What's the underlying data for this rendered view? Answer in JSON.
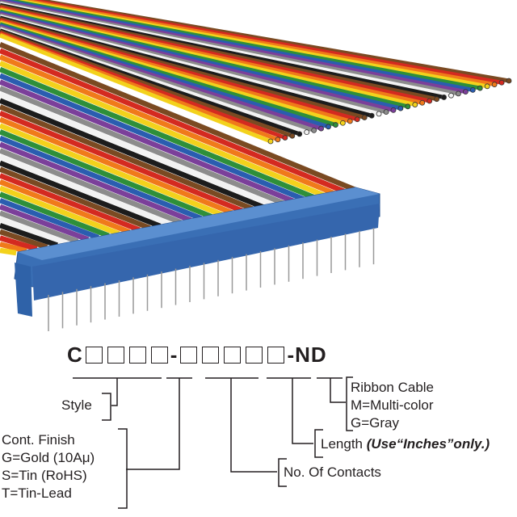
{
  "part_number": {
    "prefix": "C",
    "separator": "-",
    "suffix": "ND",
    "group1_boxes": 4,
    "group2_boxes": 5
  },
  "labels": {
    "style": "Style",
    "finish": [
      "Cont. Finish",
      "G=Gold (10Aμ)",
      "S=Tin (RoHS)",
      "T=Tin-Lead"
    ],
    "contacts": "No. Of Contacts",
    "length": "Length",
    "length_note": "(Use“Inches”only.)",
    "ribbon": [
      "Ribbon Cable",
      "M=Multi-color",
      "G=Gray"
    ]
  },
  "colors": {
    "connector": "#3a6fb5",
    "wires": [
      "#7a4a22",
      "#d42a20",
      "#f07a1a",
      "#f3d21c",
      "#2e8f3a",
      "#2a5db0",
      "#7b3f9a",
      "#8c8c8c",
      "#f2f2f2",
      "#1c1c1c"
    ]
  }
}
